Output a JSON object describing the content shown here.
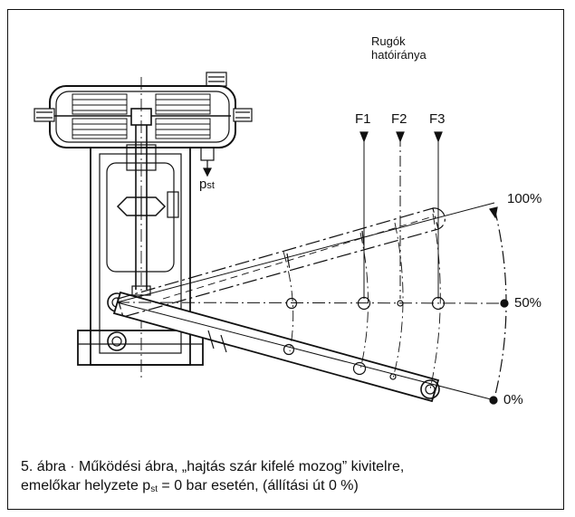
{
  "labels": {
    "spring_direction_line1": "Rugók",
    "spring_direction_line2": "hatóiránya",
    "f1": "F1",
    "f2": "F2",
    "f3": "F3",
    "p_main": "p",
    "p_sub": "st",
    "pos_100": "100%",
    "pos_50": "50%",
    "pos_0": "0%"
  },
  "caption": {
    "line1": "5. ábra · Működési ábra, „hajtás szár kifelé mozog” kivitelre,",
    "line2_a": "emelőkar helyzete p",
    "line2_sub": "st",
    "line2_b": " = 0 bar esetén, (állítási út 0 %)"
  }
}
